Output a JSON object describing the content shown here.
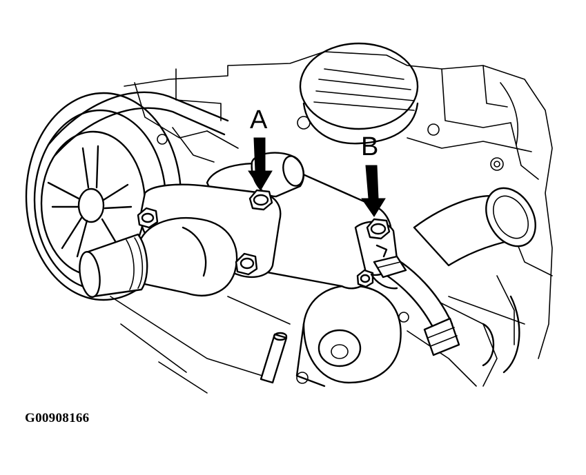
{
  "callouts": [
    {
      "id": "A",
      "label": "A"
    },
    {
      "id": "B",
      "label": "B"
    }
  ],
  "figure_id": "G00908166",
  "colors": {
    "ink": "#000000",
    "paper": "#ffffff"
  }
}
